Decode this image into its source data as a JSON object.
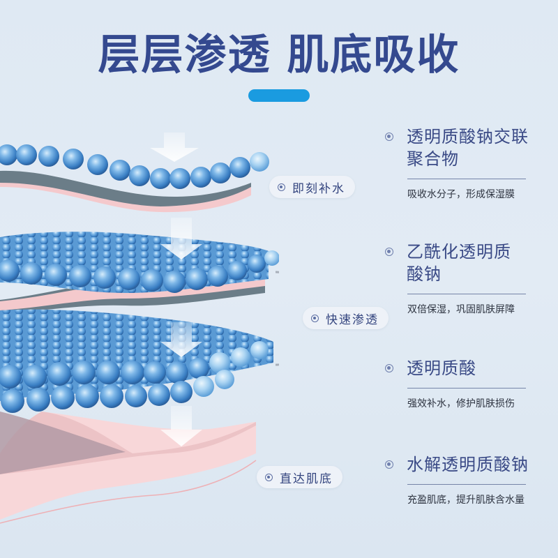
{
  "header": {
    "title": "层层渗透 肌底吸收",
    "accent_color": "#1a9be0",
    "title_color": "#34498f"
  },
  "stages": [
    {
      "label": "即刻补水",
      "icon": "radio-dot-icon"
    },
    {
      "label": "快速渗透",
      "icon": "radio-dot-icon"
    },
    {
      "label": "直达肌底",
      "icon": "radio-dot-icon"
    }
  ],
  "ingredients": [
    {
      "name": "透明质酸钠交联聚合物",
      "desc": "吸收水分子，形成保湿膜"
    },
    {
      "name": "乙酰化透明质酸钠",
      "desc": "双倍保湿，巩固肌肤屏障"
    },
    {
      "name": "透明质酸",
      "desc": "强效补水，修护肌肤损伤"
    },
    {
      "name": "水解透明质酸钠",
      "desc": "充盈肌底，提升肌肤含水量"
    }
  ],
  "illustration": {
    "sphere_color": "#4a8fd0",
    "skin_color": "#f6d3d5",
    "arrow_color": "#ffffff"
  }
}
